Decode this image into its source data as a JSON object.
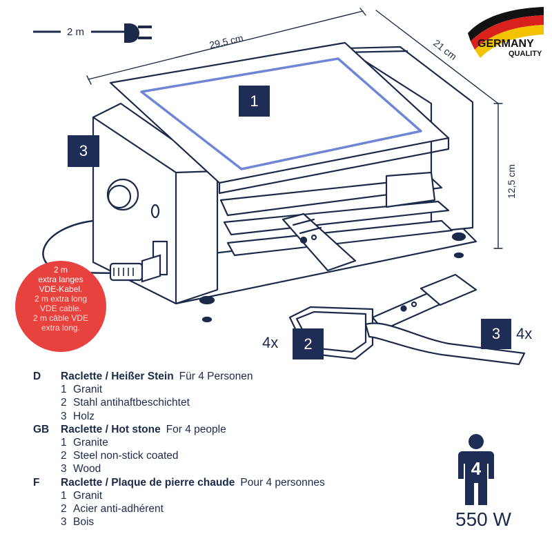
{
  "cable": {
    "length_label": "2 m"
  },
  "dimensions": {
    "width": "29,5 cm",
    "depth": "21 cm",
    "height": "12,5 cm"
  },
  "brand_badge": {
    "line1": "GERMANY",
    "line2": "QUALITY"
  },
  "callouts": {
    "stone": "1",
    "pan": "2",
    "wood": "3",
    "wood_side": "3"
  },
  "quantities": {
    "pans": "4x",
    "spatulas": "4x"
  },
  "cable_badge": {
    "de_lines": [
      "2 m",
      "extra langes",
      "VDE-Kabel."
    ],
    "en_lines": [
      "2 m extra long",
      "VDE cable."
    ],
    "fr_lines": [
      "2 m câble VDE",
      "extra long."
    ]
  },
  "sections": [
    {
      "lang": "D",
      "title": "Raclette / Heißer Stein",
      "subtitle": "Für 4 Personen",
      "items": [
        {
          "num": "1",
          "text": "Granit"
        },
        {
          "num": "2",
          "text": "Stahl antihaftbeschichtet"
        },
        {
          "num": "3",
          "text": "Holz"
        }
      ]
    },
    {
      "lang": "GB",
      "title": "Raclette / Hot stone",
      "subtitle": "For 4 people",
      "items": [
        {
          "num": "1",
          "text": "Granite"
        },
        {
          "num": "2",
          "text": "Steel non-stick coated"
        },
        {
          "num": "3",
          "text": "Wood"
        }
      ]
    },
    {
      "lang": "F",
      "title": "Raclette / Plaque de pierre chaude",
      "subtitle": "Pour 4 personnes",
      "items": [
        {
          "num": "1",
          "text": "Granit"
        },
        {
          "num": "2",
          "text": "Acier anti-adhérent"
        },
        {
          "num": "3",
          "text": "Bois"
        }
      ]
    }
  ],
  "persons_icon": {
    "count": "4"
  },
  "power": "550 W",
  "colors": {
    "navy": "#1d2d55",
    "badge_red": "#e8423e",
    "flag_black": "#111111",
    "flag_red": "#d8201c",
    "flag_gold": "#f2c200",
    "stone_outline": "#6f86d6"
  }
}
